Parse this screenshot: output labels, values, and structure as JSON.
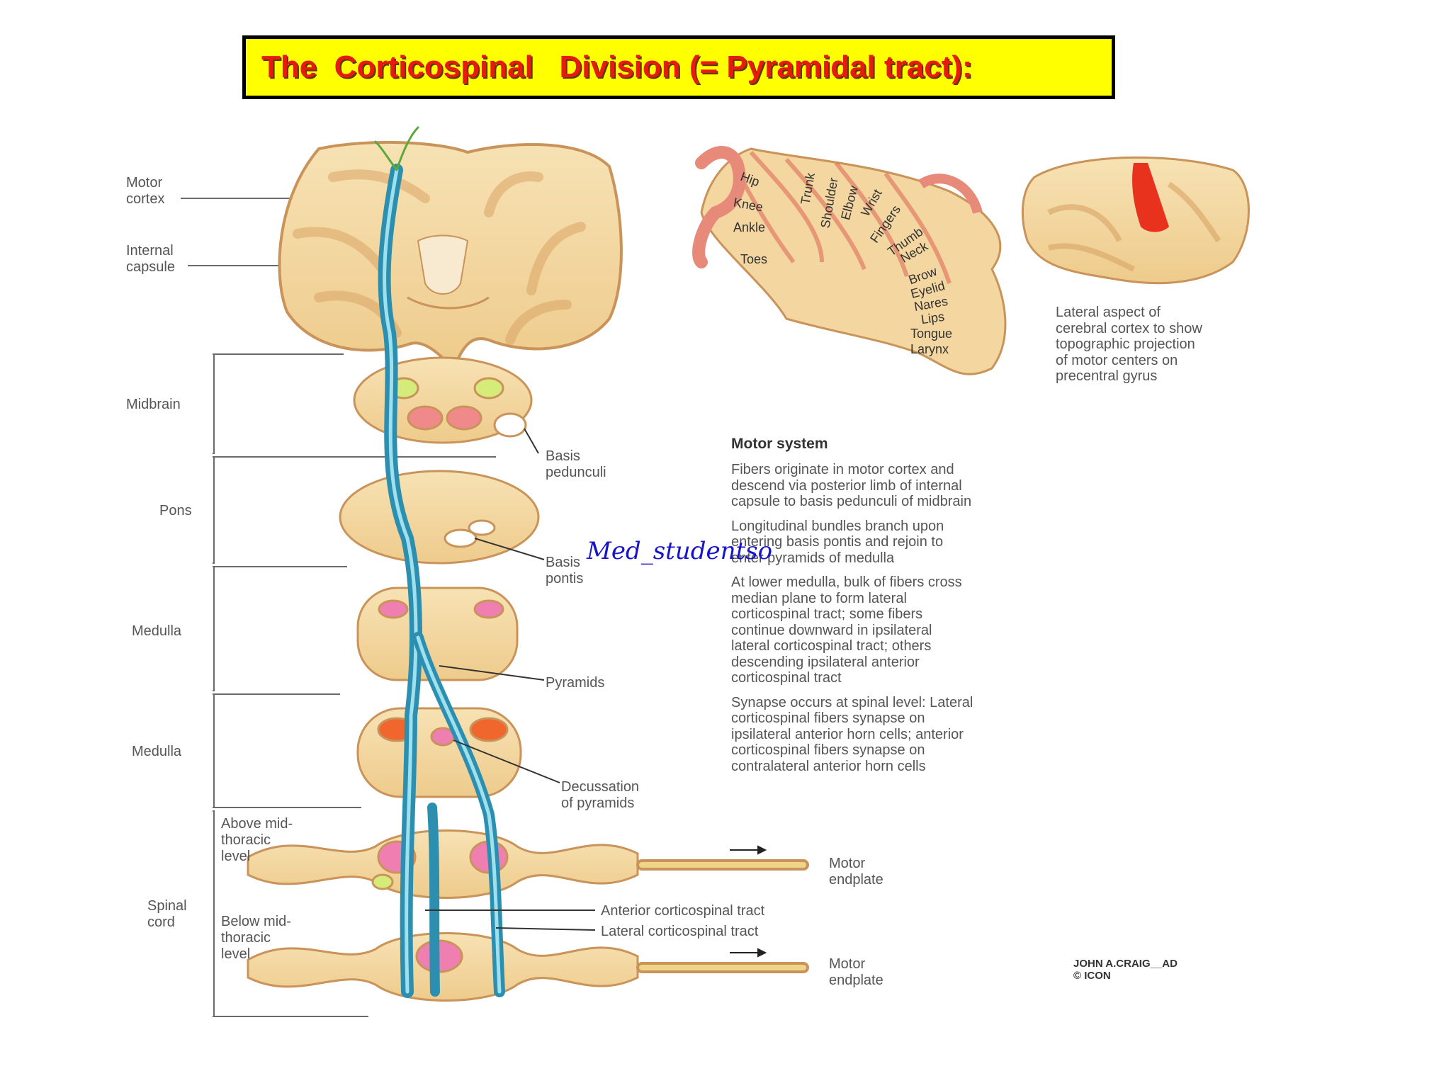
{
  "title": "The  Corticospinal   Division (= Pyramidal tract):",
  "labels": {
    "motor_cortex": "Motor\ncortex",
    "internal_capsule": "Internal\ncapsule",
    "midbrain": "Midbrain",
    "pons": "Pons",
    "medulla_upper": "Medulla",
    "medulla_lower": "Medulla",
    "spinal_cord": "Spinal\ncord",
    "above_mid_thoracic": "Above mid-\nthoracic\nlevel",
    "below_mid_thoracic": "Below mid-\nthoracic\nlevel",
    "basis_pedunculi": "Basis\npedunculi",
    "basis_pontis": "Basis\npontis",
    "pyramids": "Pyramids",
    "decussation": "Decussation\nof pyramids",
    "anterior_tract": "Anterior corticospinal tract",
    "lateral_tract": "Lateral corticospinal tract",
    "motor_endplate_1": "Motor\nendplate",
    "motor_endplate_2": "Motor\nendplate",
    "lateral_aspect_caption": "Lateral aspect of\ncerebral cortex to show\ntopographic projection\nof motor centers on\nprecentral gyrus"
  },
  "homunculus_parts": [
    "Hip",
    "Knee",
    "Ankle",
    "Toes",
    "Trunk",
    "Shoulder",
    "Elbow",
    "Wrist",
    "Fingers",
    "Thumb",
    "Neck",
    "Brow",
    "Eyelid",
    "Nares",
    "Lips",
    "Tongue",
    "Larynx"
  ],
  "motor_system": {
    "heading": "Motor system",
    "paragraphs": [
      "Fibers originate in motor cortex and\ndescend via posterior limb of internal\ncapsule to basis pedunculi of midbrain",
      "Longitudinal bundles branch upon\nentering basis pontis and rejoin to\nenter pyramids of medulla",
      "At lower medulla, bulk of fibers cross\nmedian plane to form lateral\ncorticospinal tract; some fibers\ncontinue downward in ipsilateral\nlateral corticospinal tract; others\ndescending ipsilateral anterior\ncorticospinal tract",
      "Synapse occurs at spinal level: Lateral\ncorticospinal fibers synapse on\nipsilateral anterior horn cells; anterior\ncorticospinal fibers synapse on\ncontralateral anterior horn cells"
    ]
  },
  "watermark": "Med_studentso",
  "credit": "JOHN A.CRAIG__AD\n© ICON",
  "colors": {
    "title_bg": "#ffff00",
    "title_text": "#e8190f",
    "brain_tissue": "#f3d6a0",
    "brain_outline": "#c9935a",
    "tract_blue": "#2d8fb0",
    "watermark": "#1616c8",
    "motor_area_red": "#e8321e"
  }
}
